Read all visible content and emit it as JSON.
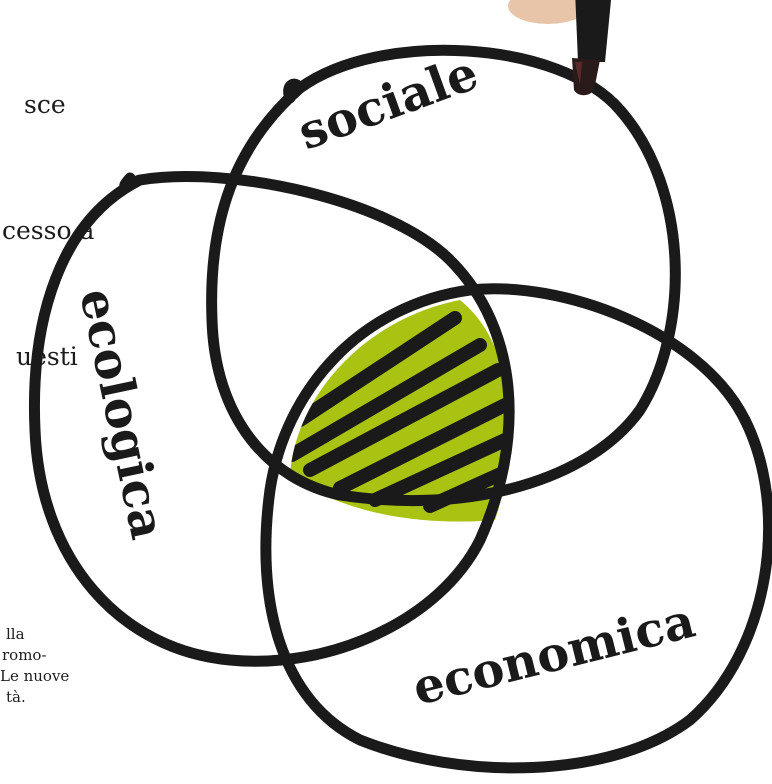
{
  "text_fragment": [
    "sce",
    "cesso a",
    "uesti"
  ],
  "caption_fragment": [
    "lla",
    "romo-",
    "Le nuove",
    "tà."
  ],
  "diagram": {
    "labels": {
      "social": "sociale",
      "ecological": "ecologica",
      "economic": "economica"
    },
    "colors": {
      "outline": "#1a1a1a",
      "intersection_fill": "#aac212"
    }
  }
}
